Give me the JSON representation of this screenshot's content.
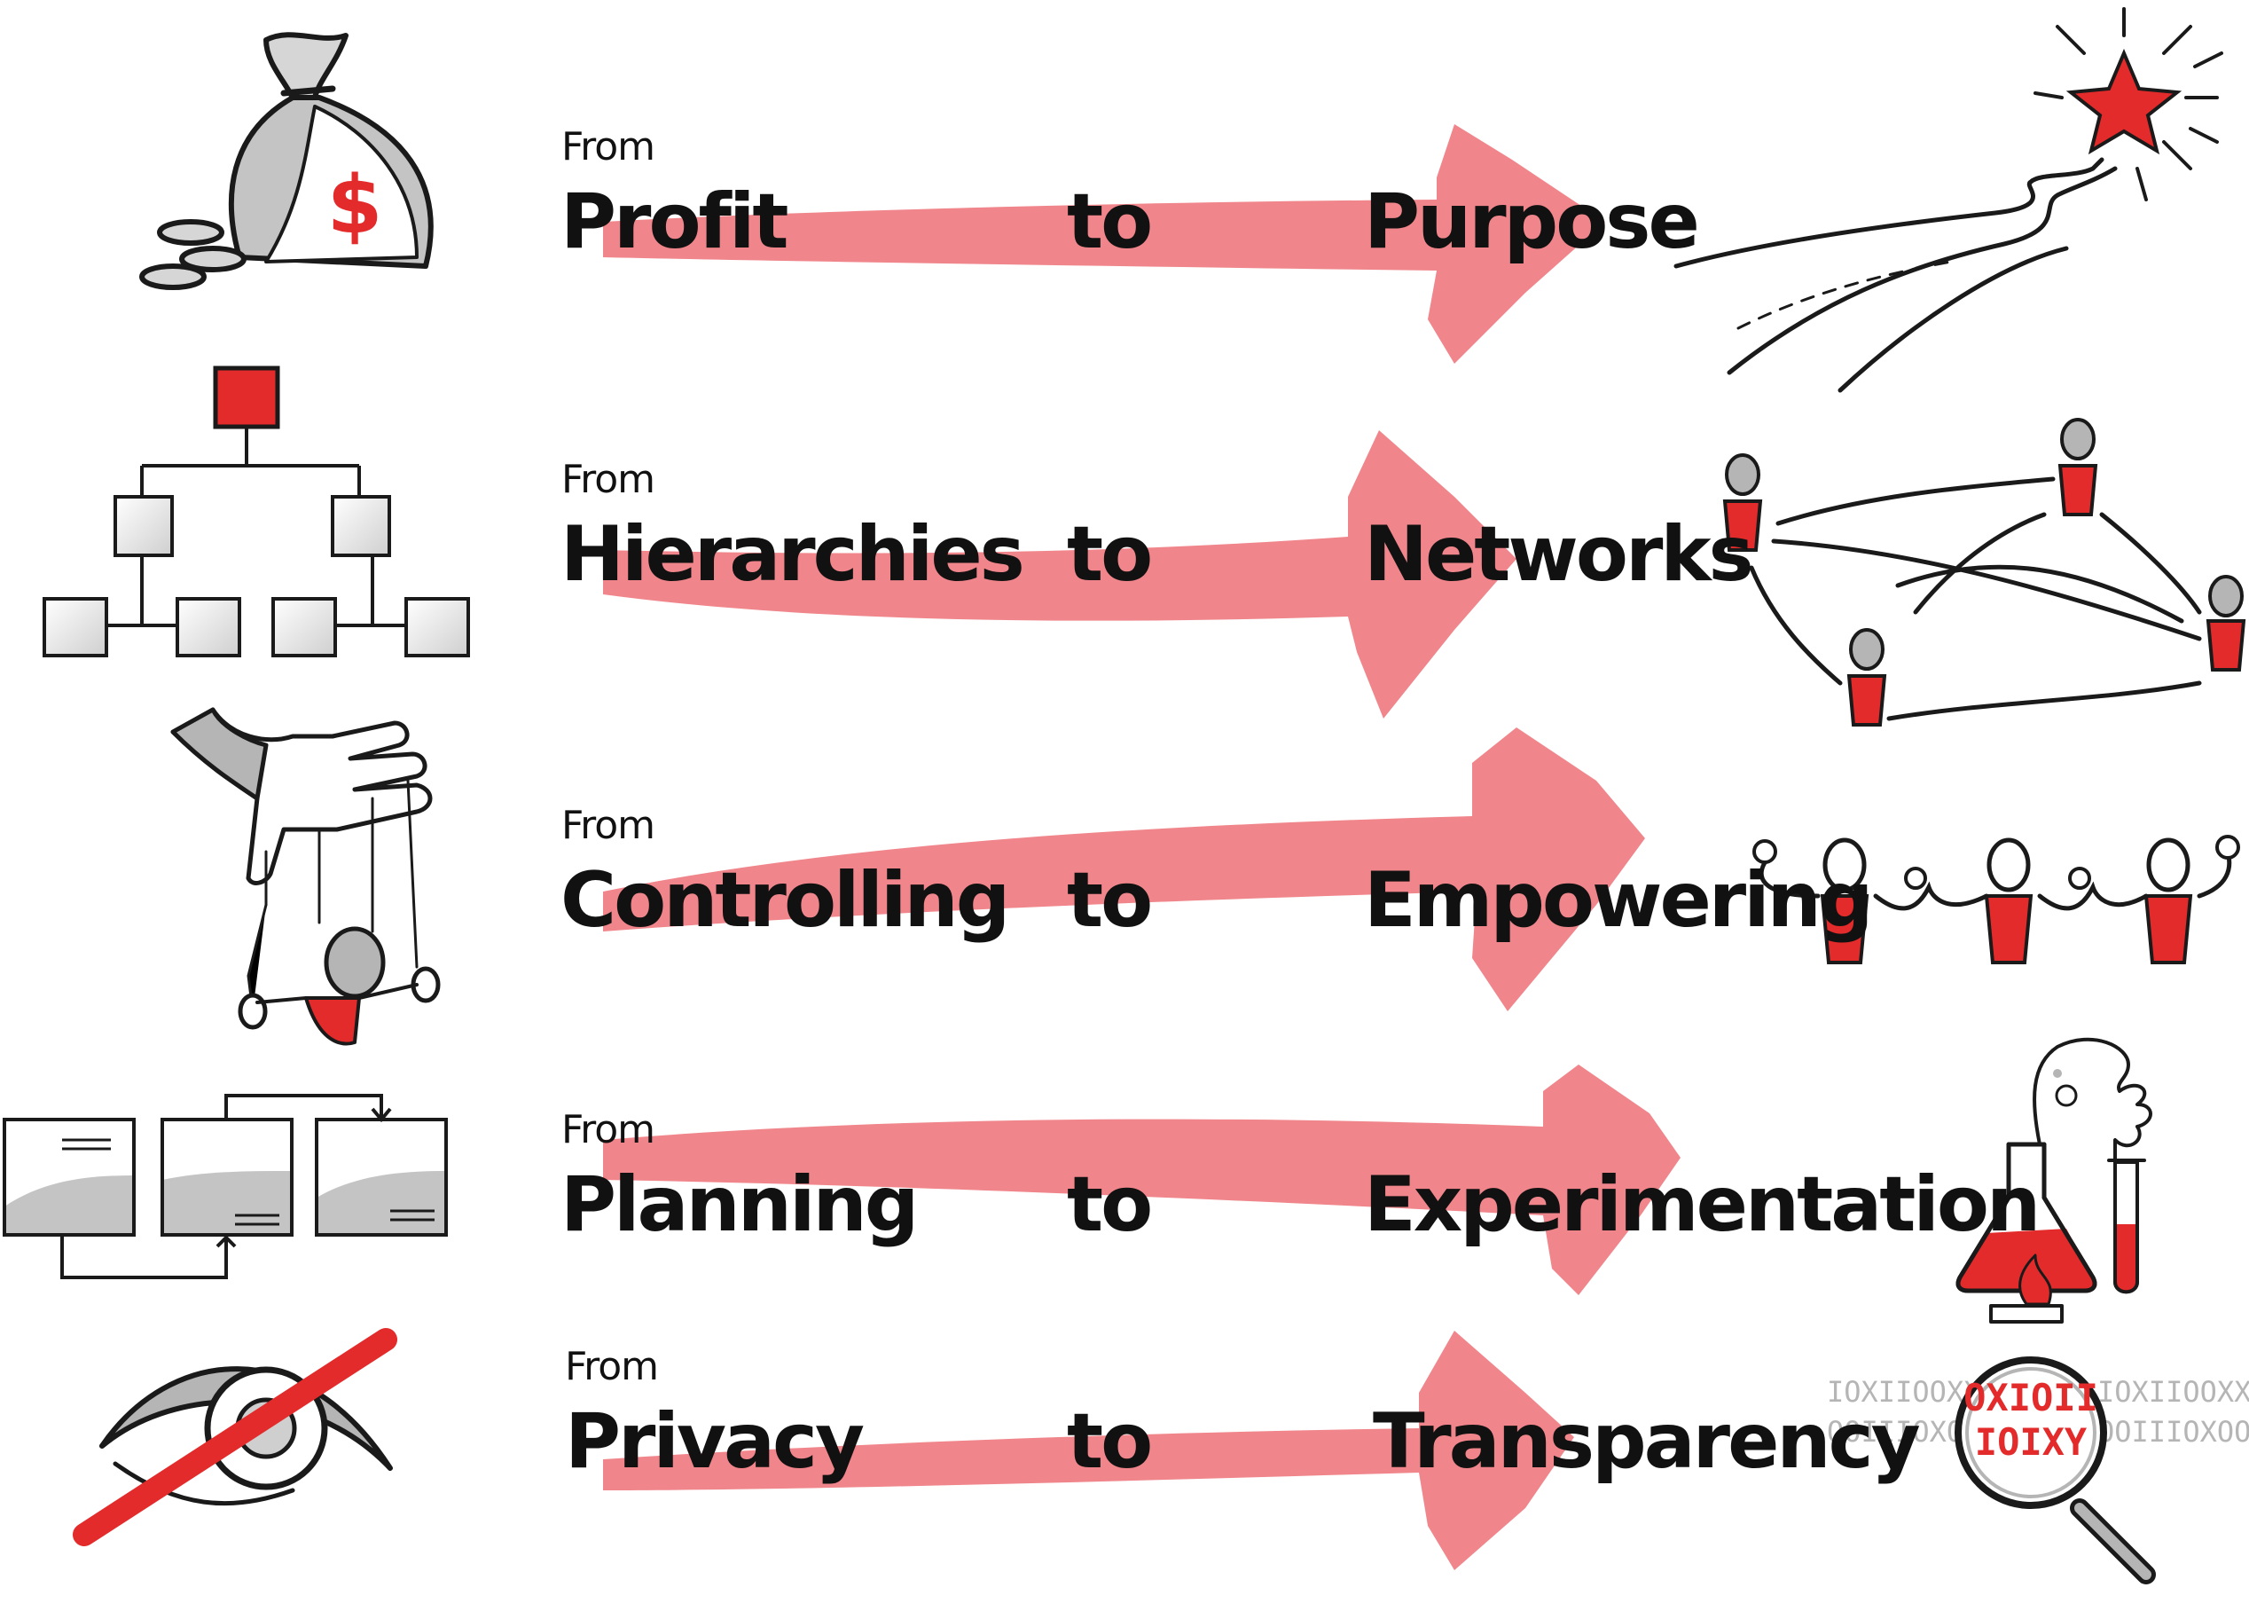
{
  "colors": {
    "arrow": "#f0868b",
    "accent": "#e32b2b",
    "ink": "#1a1a1a",
    "gray": "#b5b5b5"
  },
  "rows": [
    {
      "from_label": "From",
      "from": "Profit",
      "to_label": "to",
      "to": "Purpose",
      "left_icon": "money-bag-icon",
      "right_icon": "winding-road-star-icon"
    },
    {
      "from_label": "From",
      "from": "Hierarchies",
      "to_label": "to",
      "to": "Networks",
      "left_icon": "org-chart-icon",
      "right_icon": "people-network-icon"
    },
    {
      "from_label": "From",
      "from": "Controlling",
      "to_label": "to",
      "to": "Empowering",
      "left_icon": "puppet-hand-icon",
      "right_icon": "people-holding-hands-icon"
    },
    {
      "from_label": "From",
      "from": "Planning",
      "to_label": "to",
      "to": "Experimentation",
      "left_icon": "process-flow-icon",
      "right_icon": "lab-flask-icon"
    },
    {
      "from_label": "From",
      "from": "Privacy",
      "to_label": "to",
      "to": "Transparency",
      "left_icon": "crossed-eye-icon",
      "right_icon": "magnifier-binary-icon"
    }
  ],
  "binary": {
    "left_top": "IOXIIOOXX",
    "left_bottom": "OOIIIOXOO",
    "lens_top": "OXIOII",
    "lens_bottom": "IOIXY",
    "right_top": "IOXIIOOXX",
    "right_bottom": "OOIIIOXOO"
  }
}
